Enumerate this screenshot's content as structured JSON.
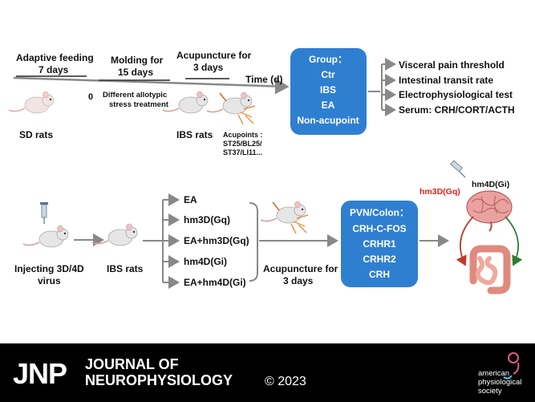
{
  "top": {
    "timeline": {
      "seg1": [
        "Adaptive feeding",
        "7 days"
      ],
      "seg2": [
        "Molding for",
        "15 days"
      ],
      "seg3": [
        "Acupuncture for",
        "3 days"
      ],
      "zero": "0",
      "stress": [
        "Different allotypic",
        "stress treatment"
      ],
      "time_label": "Time (d)"
    },
    "sd_rats": "SD rats",
    "ibs_rats": "IBS rats",
    "acupoints": [
      "Acupoints :",
      "ST25/BL25/",
      "ST37/LI11..."
    ],
    "group_box": {
      "title": "Group：",
      "items": [
        "Ctr",
        "IBS",
        "EA",
        "Non-acupoint"
      ]
    },
    "outcomes": [
      "Visceral pain threshold",
      "Intestinal transit rate",
      "Electrophysiological test",
      "Serum: CRH/CORT/ACTH"
    ]
  },
  "bottom": {
    "inject": [
      "Injecting 3D/4D",
      "virus"
    ],
    "ibs_rats": "IBS rats",
    "branches": [
      "EA",
      "hm3D(Gq)",
      "EA+hm3D(Gq)",
      "hm4D(Gi)",
      "EA+hm4D(Gi)"
    ],
    "acupuncture": [
      "Acupuncture for",
      "3 days"
    ],
    "pvn_box": {
      "title": "PVN/Colon：",
      "items": [
        "CRH-C-FOS",
        "CRHR1",
        "CRHR2",
        "CRH"
      ]
    },
    "hm3d": "hm3D(Gq)",
    "hm4d": "hm4D(Gi)"
  },
  "footer": {
    "jnp": "JNP",
    "journal_line1": "JOURNAL OF",
    "journal_line2": "NEUROPHYSIOLOGY",
    "year": "© 2023",
    "society": [
      "american",
      "physiological",
      "society"
    ]
  },
  "colors": {
    "box_blue": "#2f7fd1",
    "footer_bg": "#000000",
    "arrow_gray": "#888888",
    "hm3d_red": "#e0201b"
  }
}
